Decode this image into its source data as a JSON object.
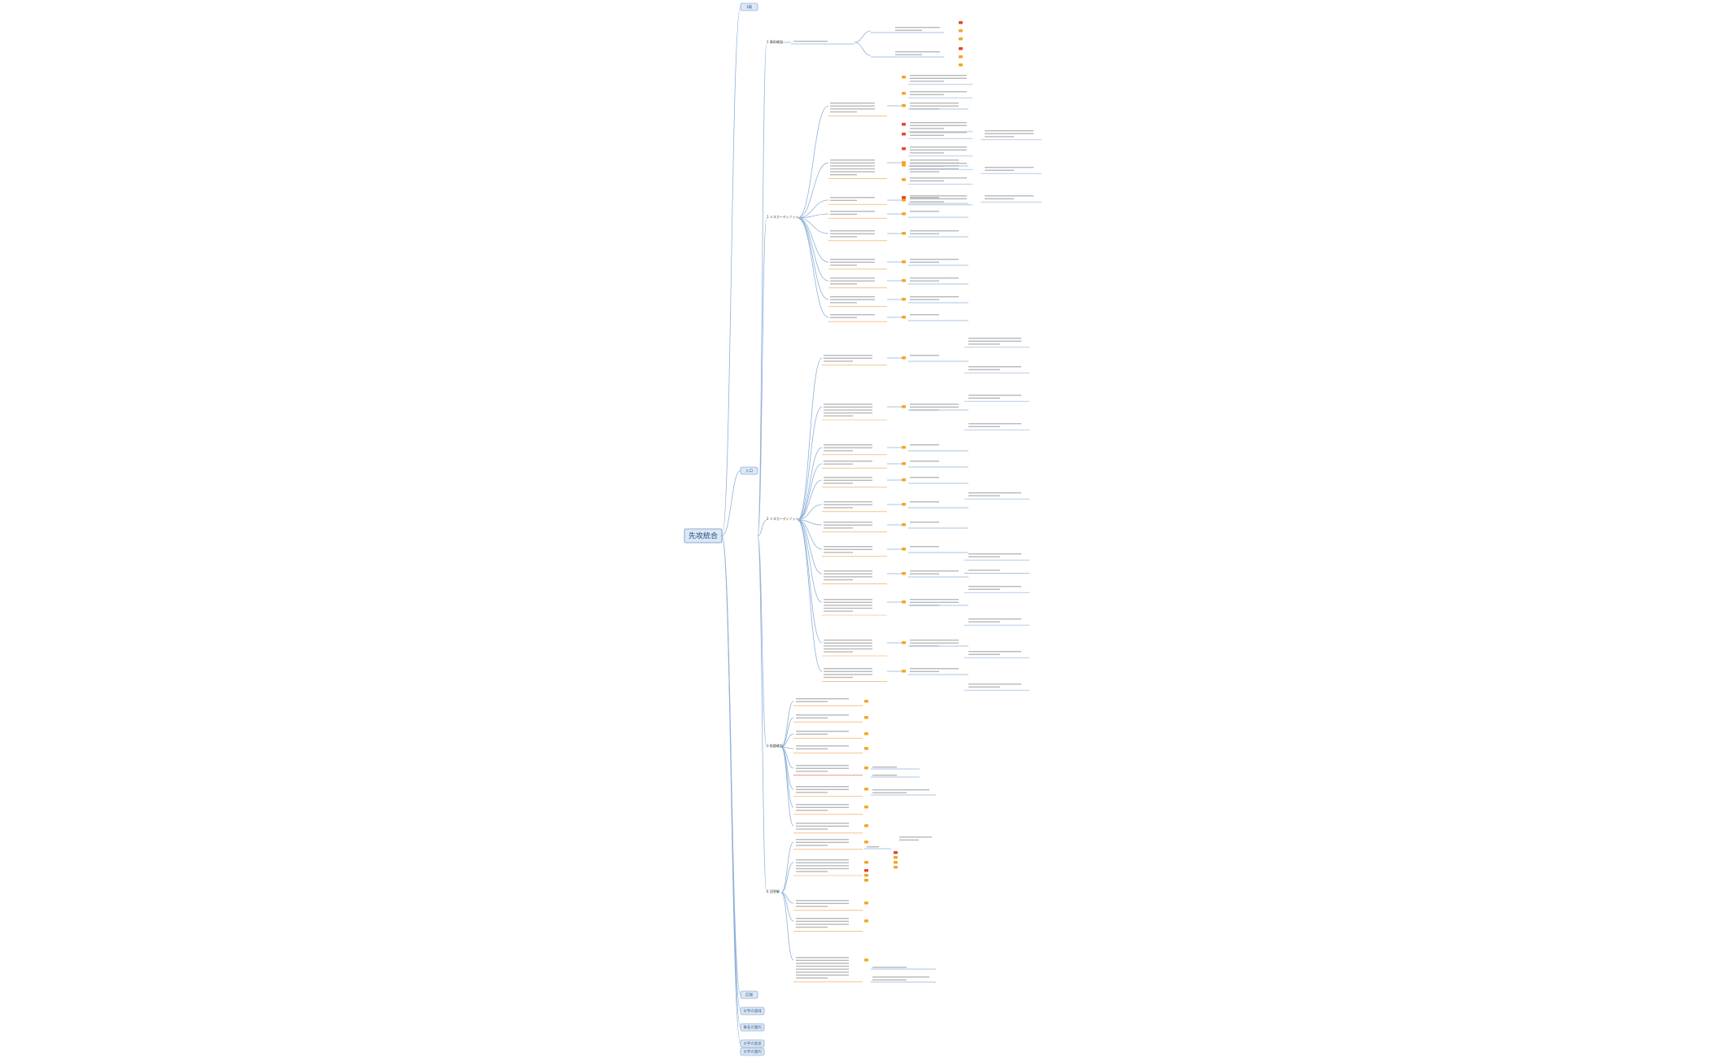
{
  "root": {
    "label": "先攻統合"
  },
  "side_nodes": [
    {
      "label": "1級"
    },
    {
      "label": "入口"
    },
    {
      "label": "広報"
    },
    {
      "label": "文字の意味"
    },
    {
      "label": "筆名の量的"
    },
    {
      "label": "文字の意思"
    },
    {
      "label": "文字の量的"
    }
  ],
  "branches": [
    {
      "label": "1 事前確認"
    },
    {
      "label": "1 ミスカーディゾット"
    },
    {
      "label": "2 ミスカーディゾット"
    },
    {
      "label": "3 結論確認"
    },
    {
      "label": "4 回答編"
    }
  ],
  "colors": {
    "line": "#8fb1d8",
    "node_fill": "#dbe8f5",
    "node_stroke": "#6f94c0",
    "badge_red": "#e8442e",
    "badge_orange": "#f5a623",
    "underline_orange": "#f2a04a",
    "underline_red": "#d9534f"
  }
}
